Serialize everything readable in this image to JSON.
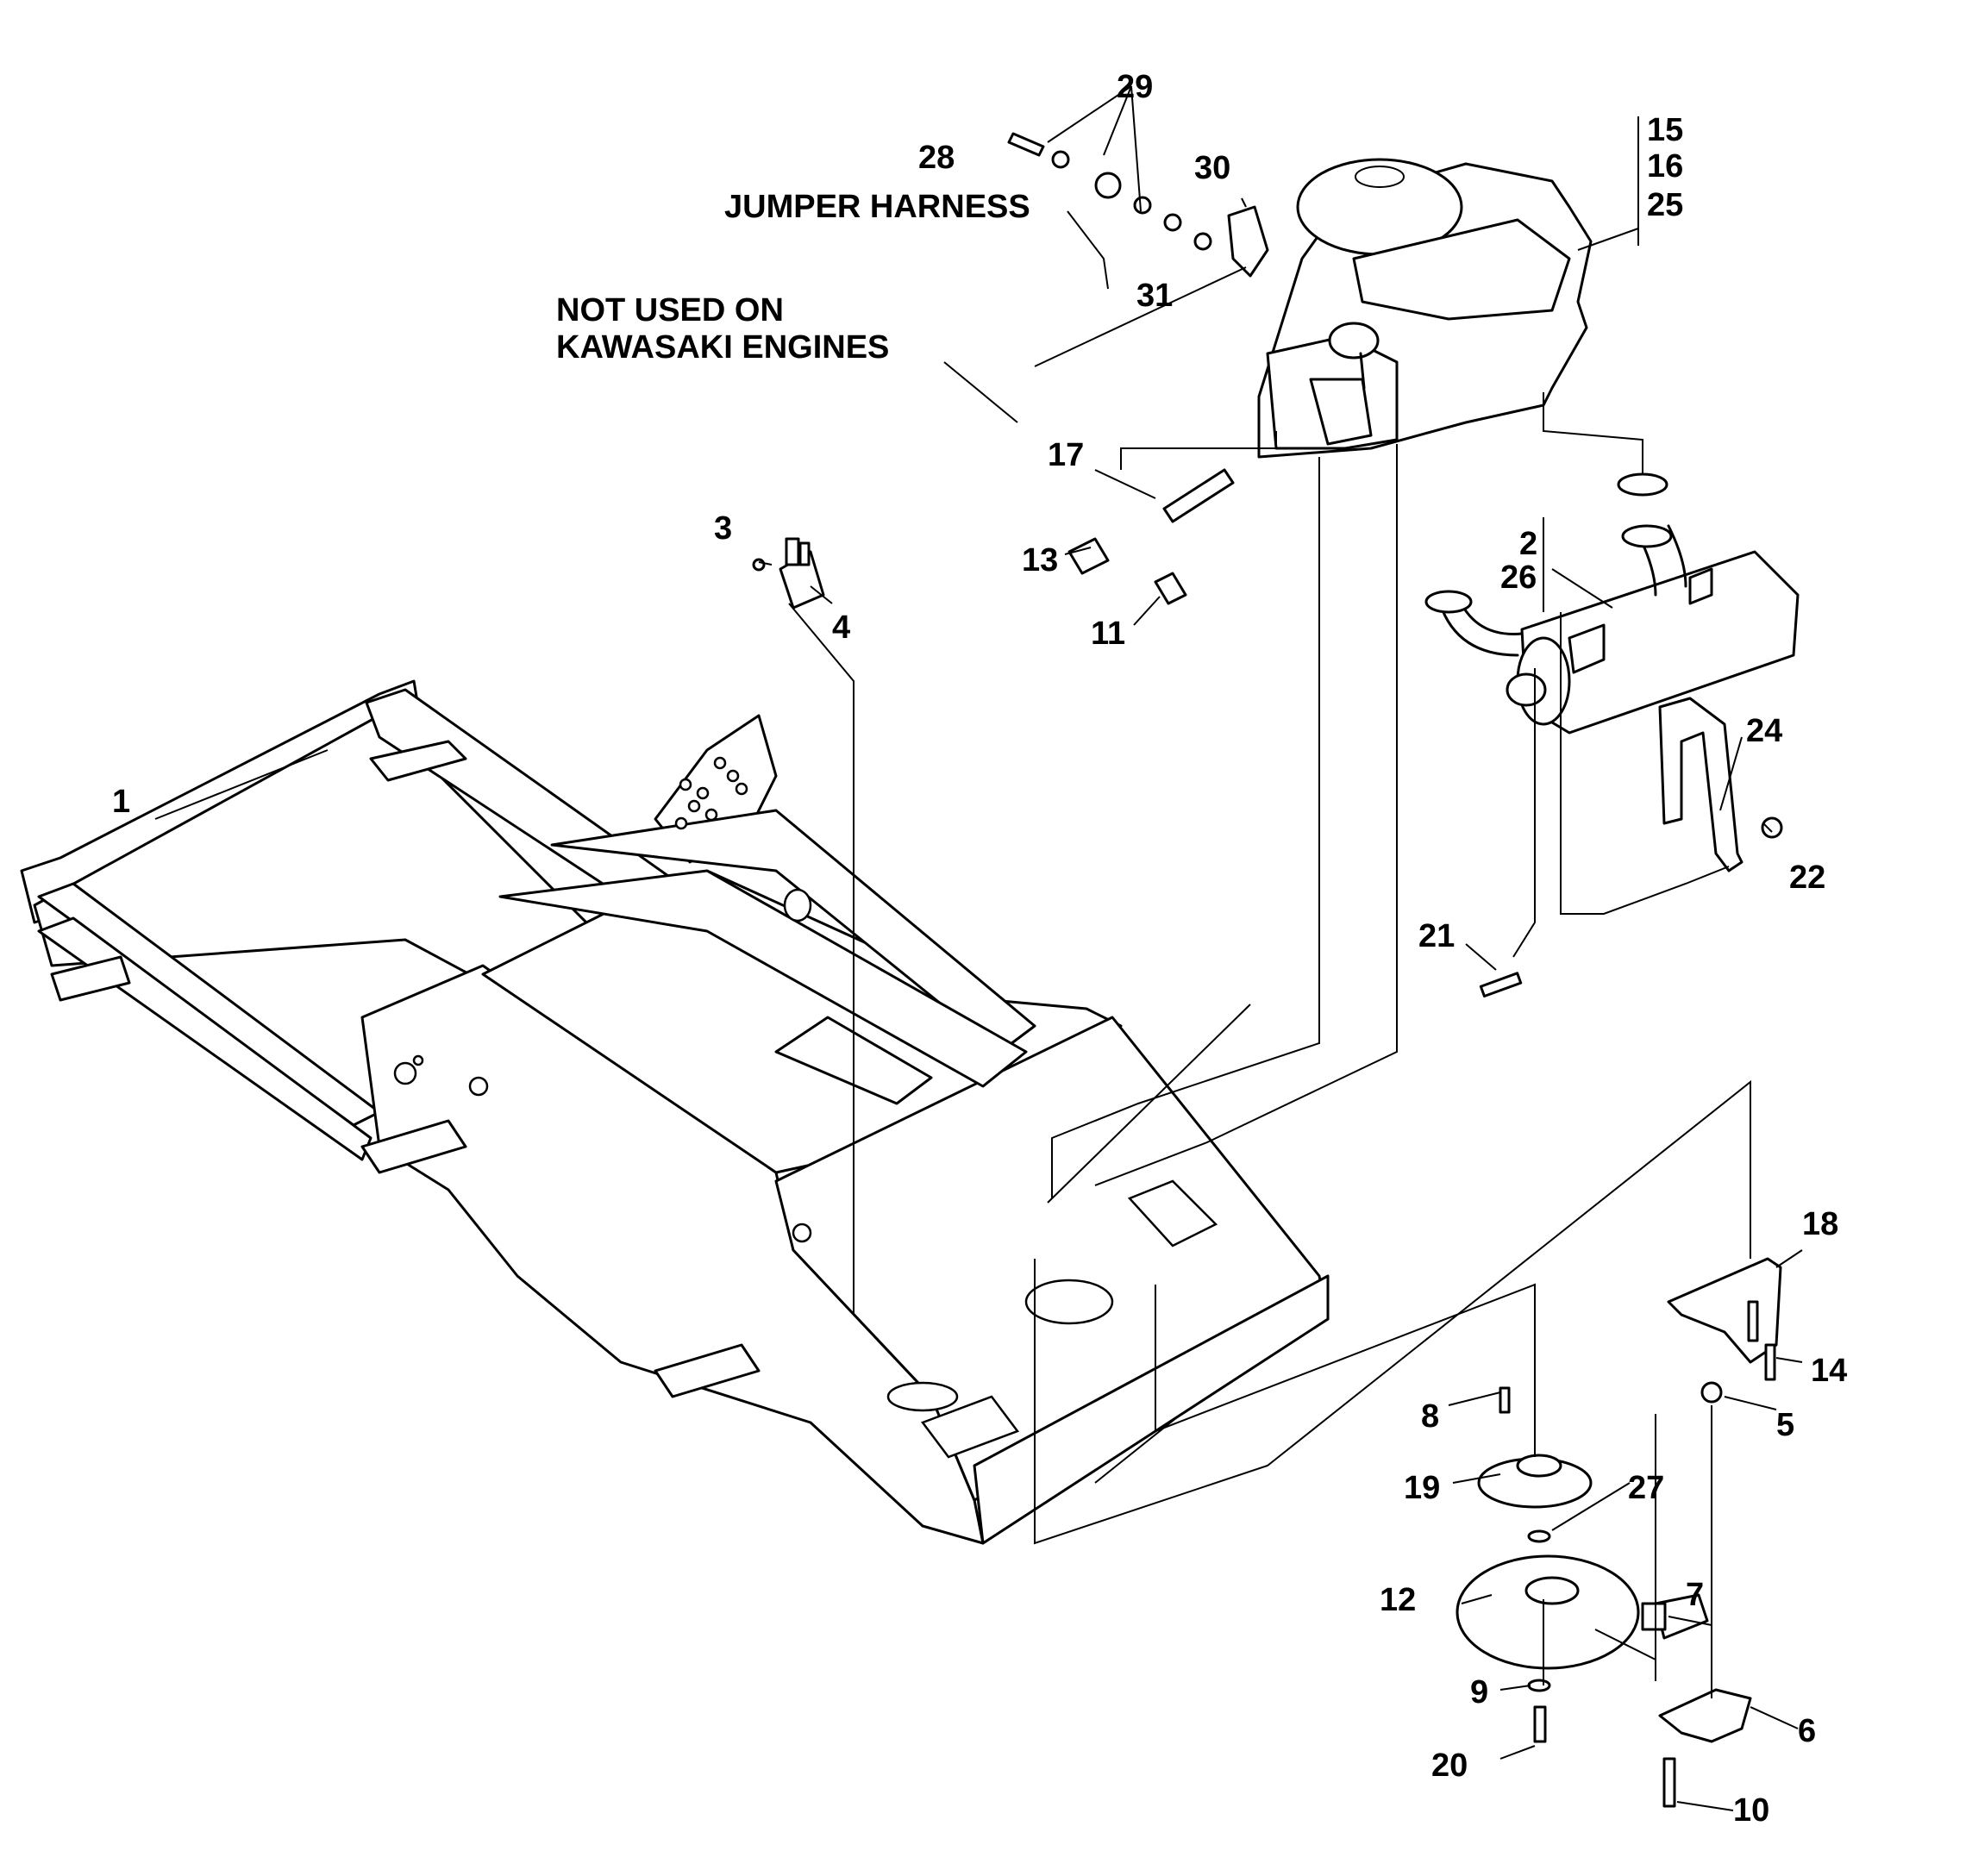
{
  "notes": {
    "jumper_harness": "JUMPER HARNESS",
    "not_used_line1": "NOT USED ON",
    "not_used_line2": "KAWASAKI ENGINES"
  },
  "callouts": [
    "1",
    "2",
    "26",
    "3",
    "4",
    "5",
    "6",
    "7",
    "8",
    "9",
    "10",
    "11",
    "12",
    "13",
    "14",
    "15",
    "16",
    "25",
    "17",
    "18",
    "19",
    "20",
    "21",
    "22",
    "24",
    "27",
    "28",
    "29",
    "30",
    "31"
  ]
}
